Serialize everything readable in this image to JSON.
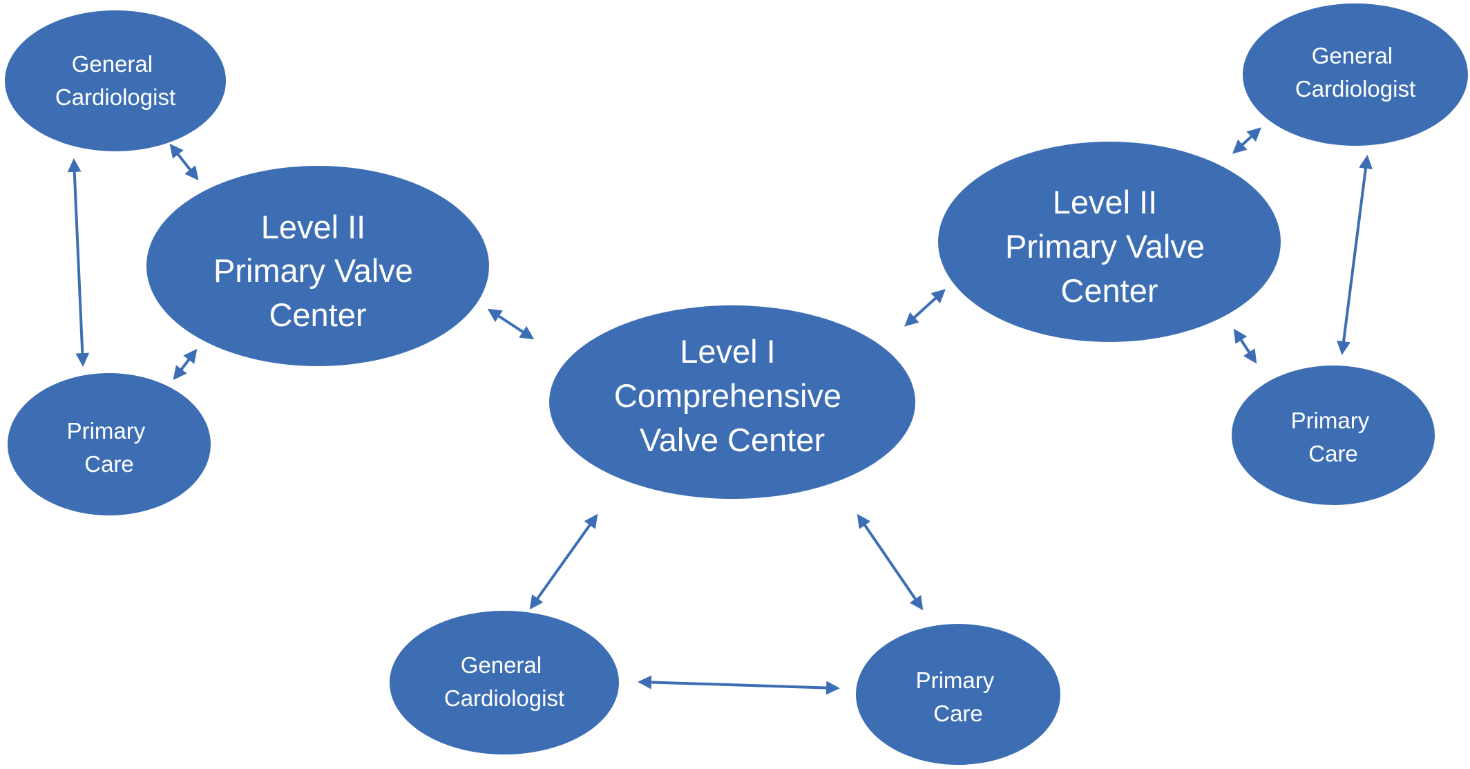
{
  "colors": {
    "node_fill": "#3d6eb4",
    "edge": "#3d6eb4",
    "node_text": "#ffffff",
    "background": "#ffffff"
  },
  "nodes": {
    "level1": {
      "lines": [
        "Level I",
        "Comprehensive",
        "Valve Center"
      ]
    },
    "level2_left": {
      "lines": [
        "Level II",
        "Primary Valve",
        "Center"
      ]
    },
    "level2_right": {
      "lines": [
        "Level II",
        "Primary Valve",
        "Center"
      ]
    },
    "gc_top_left": {
      "lines": [
        "General",
        "Cardiologist"
      ]
    },
    "pc_left": {
      "lines": [
        "Primary",
        "Care"
      ]
    },
    "gc_top_right": {
      "lines": [
        "General",
        "Cardiologist"
      ]
    },
    "pc_right": {
      "lines": [
        "Primary",
        "Care"
      ]
    },
    "gc_bottom": {
      "lines": [
        "General",
        "Cardiologist"
      ]
    },
    "pc_bottom": {
      "lines": [
        "Primary",
        "Care"
      ]
    }
  },
  "edges": [
    {
      "from": "gc_top_left",
      "to": "level2_left"
    },
    {
      "from": "gc_top_left",
      "to": "pc_left"
    },
    {
      "from": "pc_left",
      "to": "level2_left"
    },
    {
      "from": "level2_left",
      "to": "level1"
    },
    {
      "from": "level2_right",
      "to": "level1"
    },
    {
      "from": "gc_top_right",
      "to": "level2_right"
    },
    {
      "from": "gc_top_right",
      "to": "pc_right"
    },
    {
      "from": "pc_right",
      "to": "level2_right"
    },
    {
      "from": "level1",
      "to": "gc_bottom"
    },
    {
      "from": "level1",
      "to": "pc_bottom"
    },
    {
      "from": "gc_bottom",
      "to": "pc_bottom"
    }
  ]
}
